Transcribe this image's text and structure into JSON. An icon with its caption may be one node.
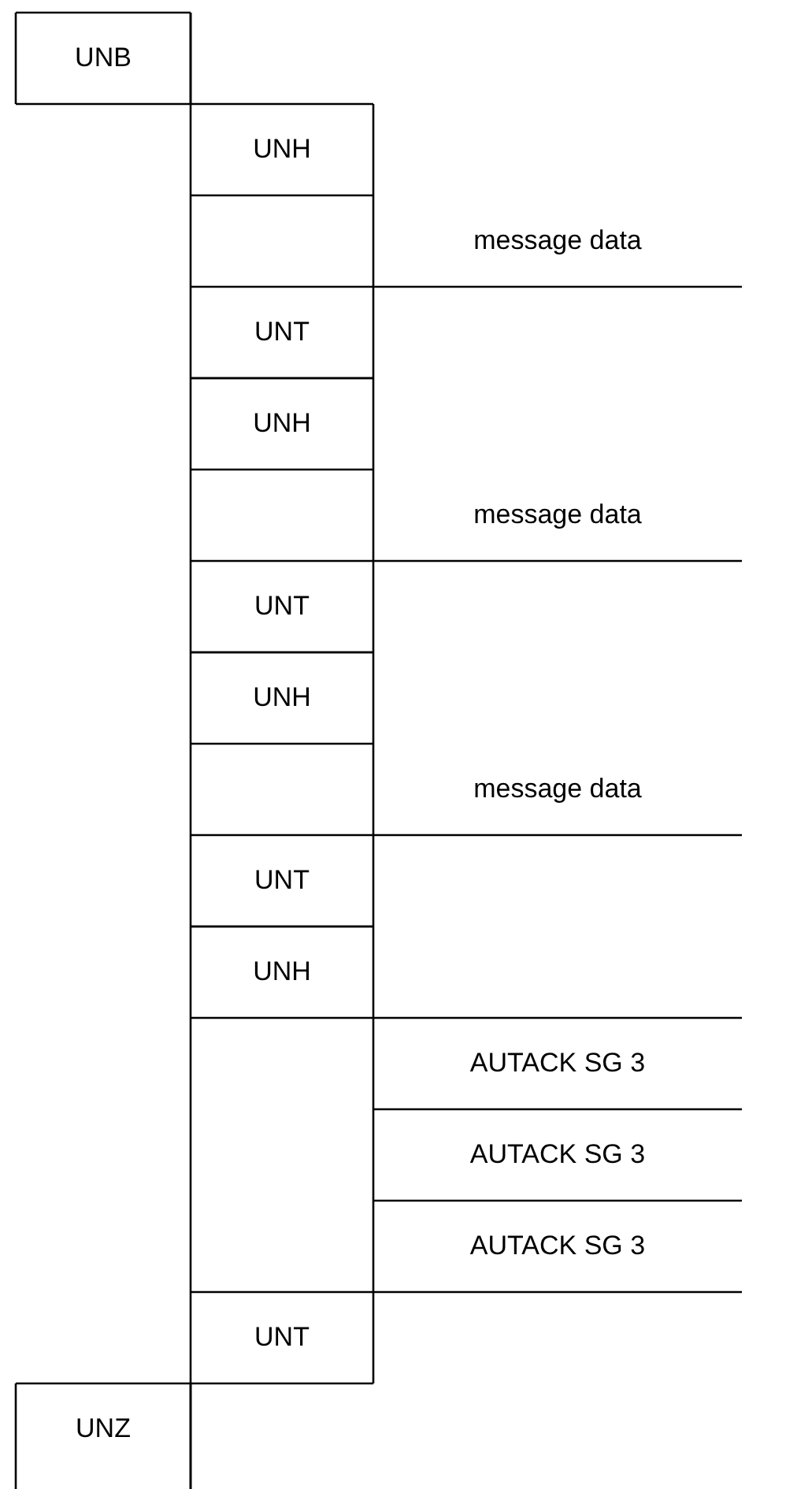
{
  "diagram": {
    "nodes": [
      {
        "text": [
          "UNB"
        ]
      },
      {
        "text": [
          "UNH"
        ]
      },
      {
        "text": [
          "message data"
        ]
      },
      {
        "text": [
          "UNT"
        ]
      },
      {
        "text": [
          "UNH"
        ]
      },
      {
        "text": [
          "message data"
        ]
      },
      {
        "text": [
          "UNT"
        ]
      },
      {
        "text": [
          "UNH"
        ]
      },
      {
        "text": [
          "message data"
        ]
      },
      {
        "text": [
          "UNT"
        ]
      },
      {
        "text": [
          "UNH"
        ]
      },
      {
        "text": [
          "AUTACK SG 3"
        ]
      },
      {
        "text": [
          "AUTACK SG 3"
        ]
      },
      {
        "text": [
          "AUTACK SG 3"
        ]
      },
      {
        "text": [
          "UNT"
        ]
      },
      {
        "text": [
          "UNZ"
        ]
      }
    ]
  }
}
